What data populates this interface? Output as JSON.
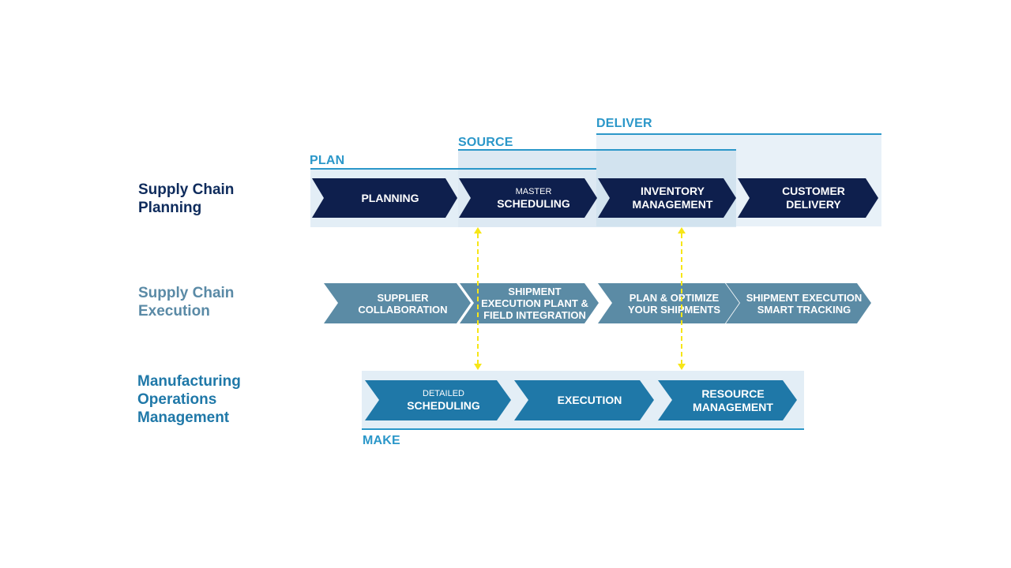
{
  "stages": {
    "plan": "PLAN",
    "source": "SOURCE",
    "deliver": "DELIVER",
    "make": "MAKE"
  },
  "rows": {
    "planning": {
      "line1": "Supply Chain",
      "line2": "Planning",
      "color": "#0e2b5c"
    },
    "execution": {
      "line1": "Supply Chain",
      "line2": "Execution",
      "color": "#5a8aa6"
    },
    "manufacturing": {
      "line1": "Manufacturing",
      "line2": "Operations",
      "line3": "Management",
      "color": "#1f78a8"
    }
  },
  "planning_steps": [
    {
      "main": "PLANNING"
    },
    {
      "small": "MASTER",
      "main": "SCHEDULING"
    },
    {
      "main": "INVENTORY",
      "main2": "MANAGEMENT"
    },
    {
      "main": "CUSTOMER",
      "main2": "DELIVERY"
    }
  ],
  "execution_steps": [
    {
      "main": "SUPPLIER",
      "main2": "COLLABORATION"
    },
    {
      "main": "SHIPMENT",
      "main2": "EXECUTION PLANT &",
      "main3": "FIELD INTEGRATION"
    },
    {
      "main": "PLAN & OPTIMIZE",
      "main2": "YOUR SHIPMENTS"
    },
    {
      "main": "SHIPMENT EXECUTION",
      "main2": "SMART TRACKING"
    }
  ],
  "manufacturing_steps": [
    {
      "small": "DETAILED",
      "main": "SCHEDULING"
    },
    {
      "main": "EXECUTION"
    },
    {
      "main": "RESOURCE",
      "main2": "MANAGEMENT"
    }
  ],
  "colors": {
    "planning_chevron": "#0e1f4d",
    "execution_chevron": "#5b8ba5",
    "manufacturing_chevron": "#1f78a8",
    "stage_accent": "#2b97c9",
    "connector": "#f7e617"
  }
}
